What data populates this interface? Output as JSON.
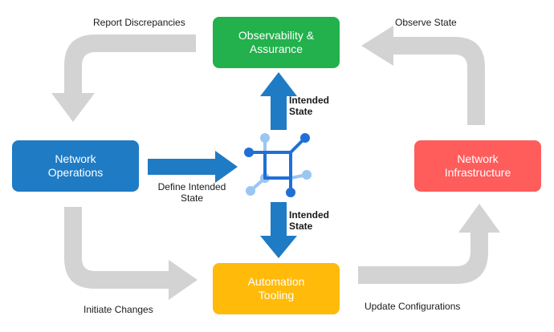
{
  "nodes": {
    "observability": {
      "label": "Observability &\nAssurance",
      "color": "#22B14C"
    },
    "network_operations": {
      "label": "Network\nOperations",
      "color": "#1F7BC4"
    },
    "network_infrastructure": {
      "label": "Network\nInfrastructure",
      "color": "#FF5C5C"
    },
    "automation_tooling": {
      "label": "Automation\nTooling",
      "color": "#FFBA0A"
    }
  },
  "edges": {
    "report_discrepancies": "Report Discrepancies",
    "observe_state": "Observe State",
    "define_intended_state": "Define Intended\nState",
    "intended_state_up": "Intended\nState",
    "intended_state_down": "Intended\nState",
    "initiate_changes": "Initiate Changes",
    "update_configurations": "Update Configurations"
  },
  "colors": {
    "cycle_arrow": "#D3D3D3",
    "intent_arrow": "#1F7BC4",
    "graph_dark": "#1F6FD6",
    "graph_light": "#9CC6F2"
  },
  "icons": {
    "center": "network-graph-icon"
  }
}
